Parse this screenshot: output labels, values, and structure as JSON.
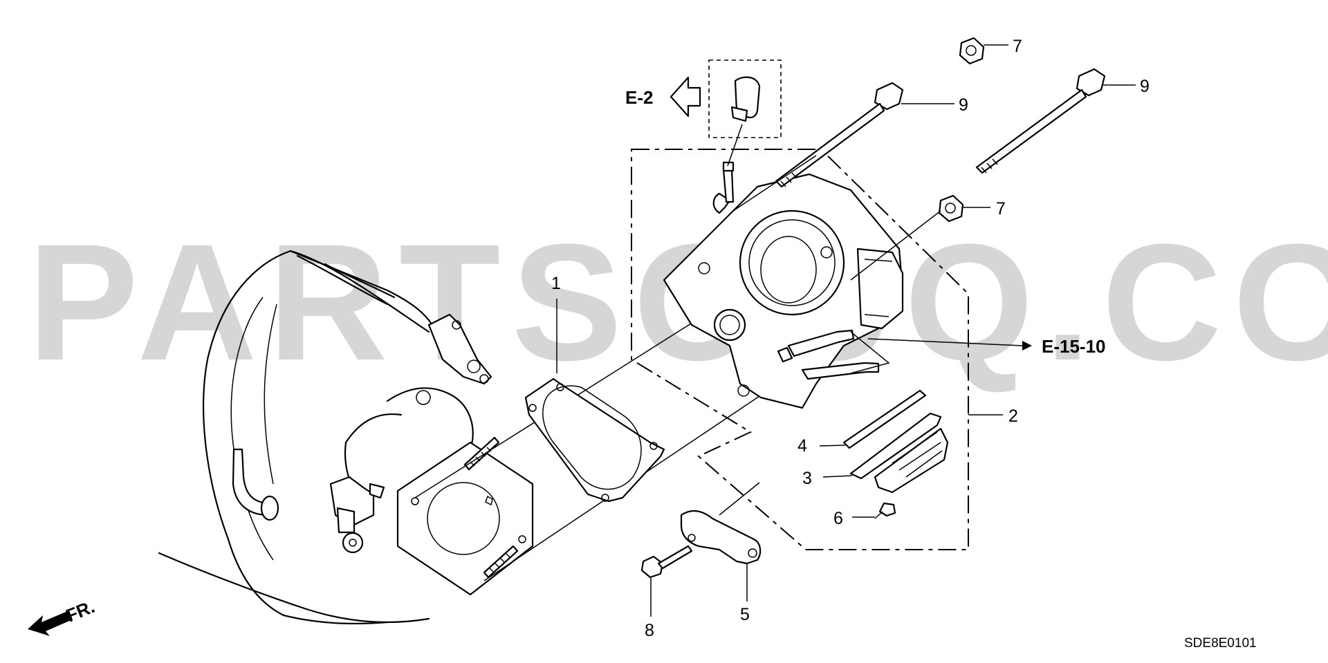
{
  "diagram": {
    "watermark": "PARTSOUQ.COM",
    "drawing_code": "SDE8E0101",
    "front_marker": "FR.",
    "references": {
      "ref_e2": "E-2",
      "ref_e1510": "E-15-10"
    },
    "callouts": {
      "c1": "1",
      "c2": "2",
      "c3": "3",
      "c4": "4",
      "c5": "5",
      "c6": "6",
      "c7a": "7",
      "c7b": "7",
      "c8": "8",
      "c9a": "9",
      "c9b": "9"
    }
  }
}
